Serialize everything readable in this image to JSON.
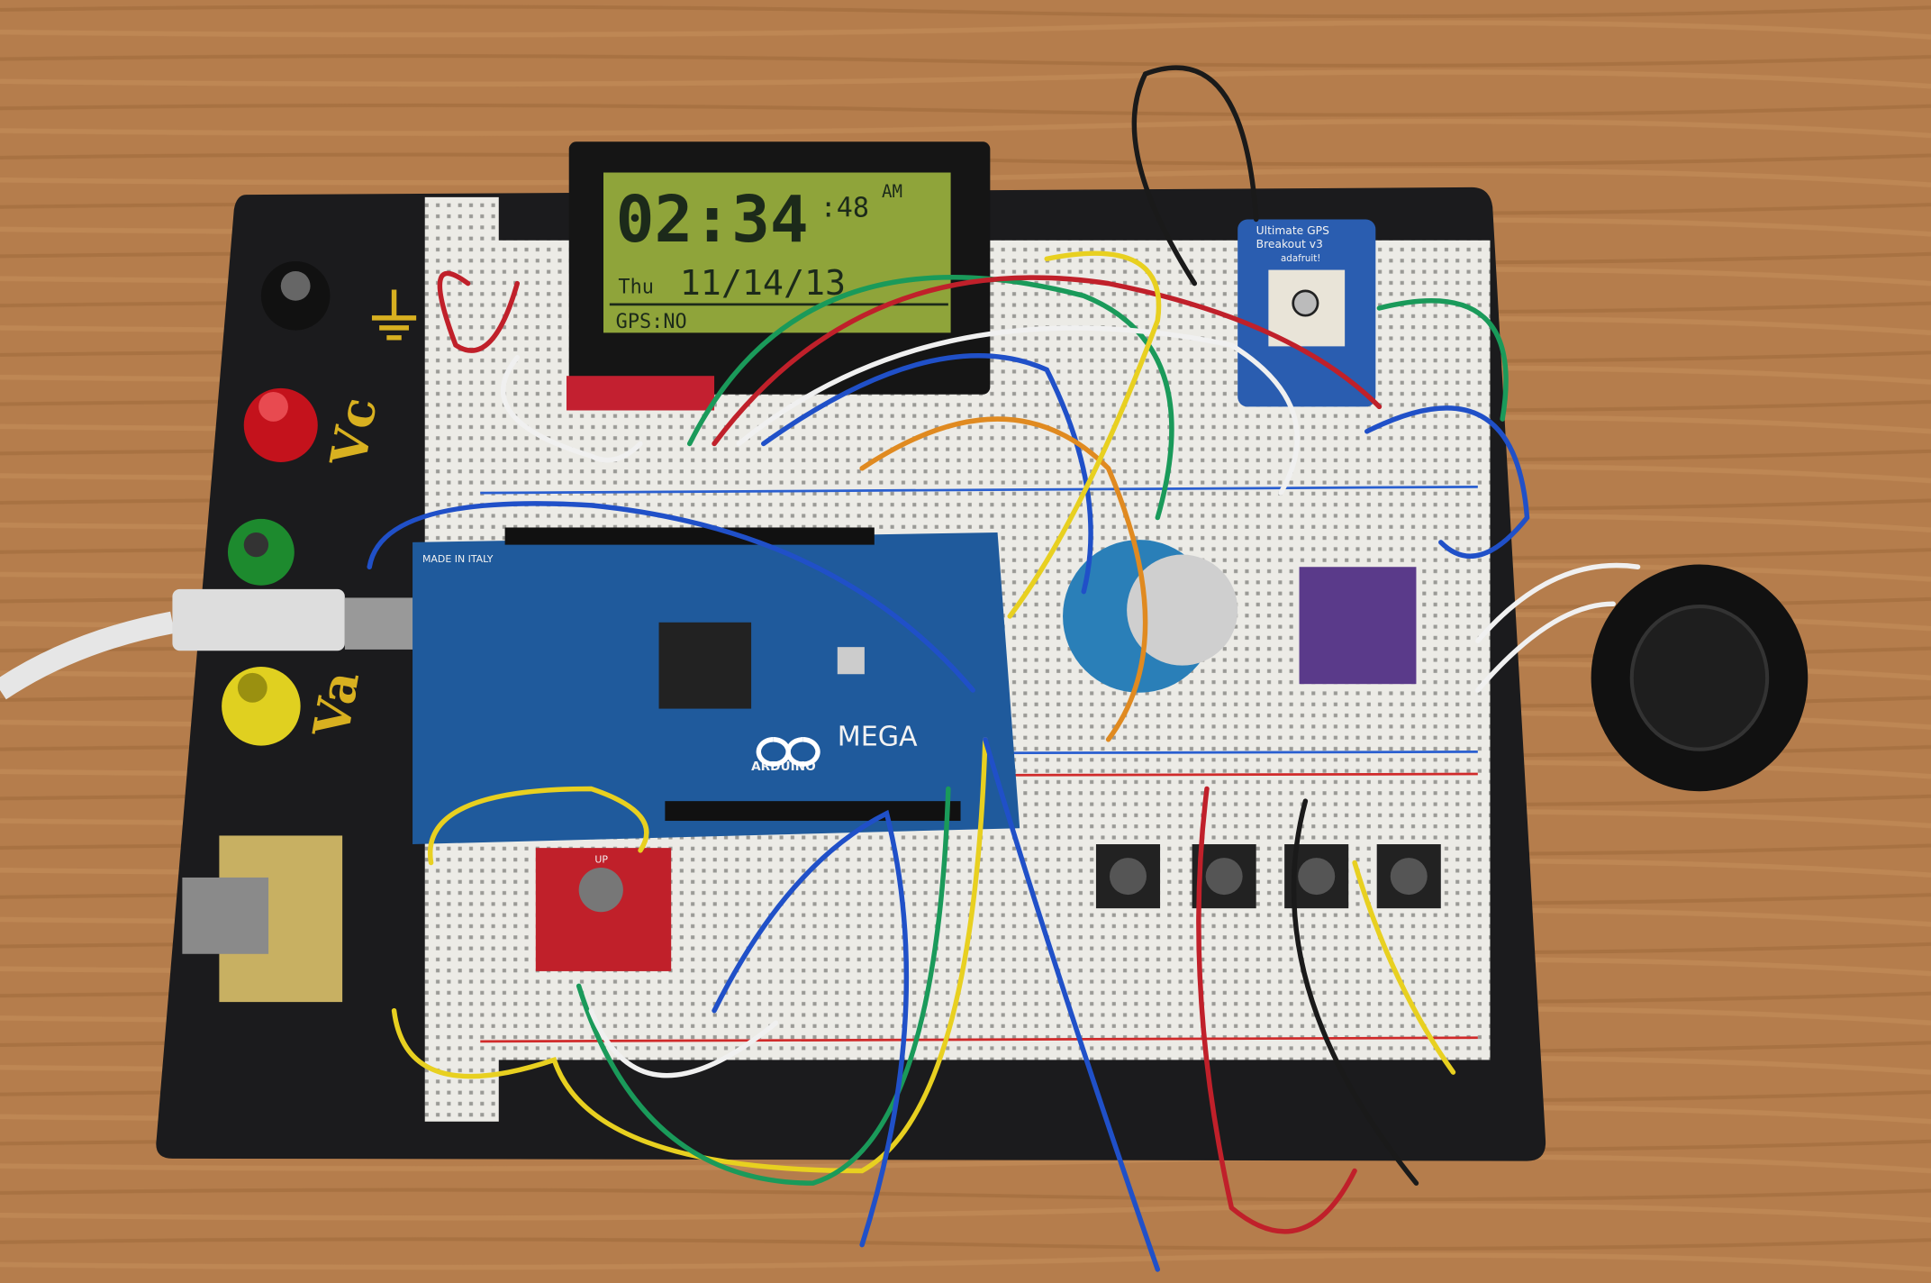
{
  "lcd": {
    "time": "02:34",
    "seconds": ":48",
    "meridiem": "AM",
    "day": "Thu",
    "date": "11/14/13",
    "status": "GPS:NO"
  },
  "arduino": {
    "brand": "ARDUINO",
    "model": "MEGA",
    "made_in": "MADE IN ITALY"
  },
  "joystick": {
    "label": "UP"
  },
  "gps": {
    "title_line1": "Ultimate GPS",
    "title_line2": "Breakout v3",
    "brand": "adafruit!"
  },
  "board_labels": {
    "vc": "Vc",
    "va": "Va"
  },
  "colors": {
    "wood": "#b07a4a",
    "board": "#1b1b1d",
    "lcd_backlight": "#8fa43a",
    "arduino_blue": "#1f5a9c",
    "gps_blue": "#2a5db0"
  }
}
